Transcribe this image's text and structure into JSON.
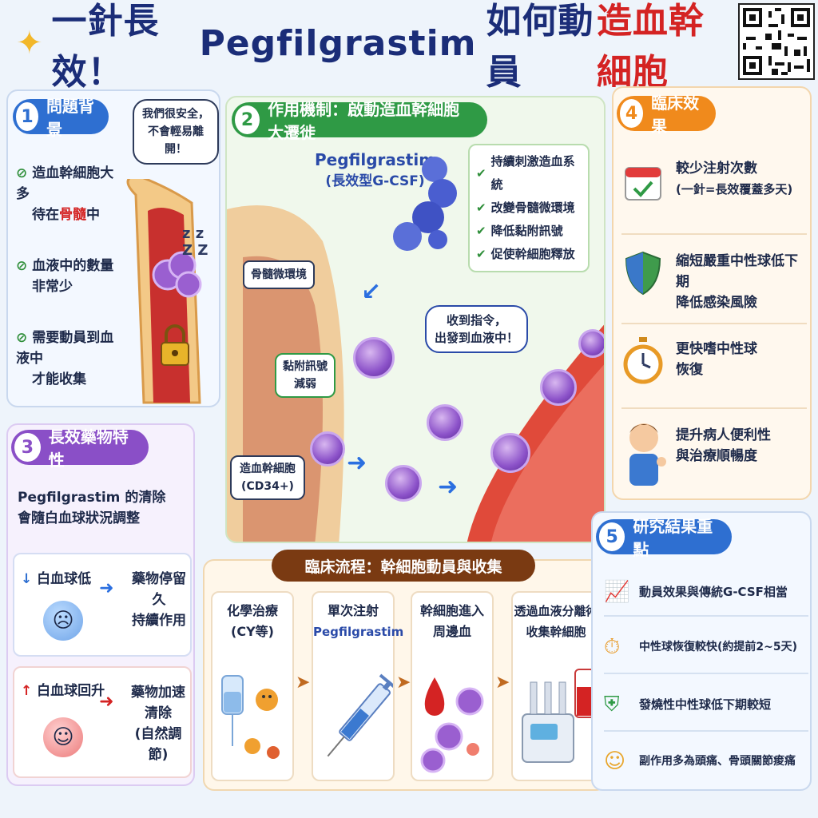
{
  "title": {
    "part1": "一針長效！",
    "part2": "Pegfilgrastim",
    "part3": "如何動員",
    "part4": "造血幹細胞"
  },
  "s1": {
    "num": "1",
    "heading": "問題背景",
    "bubble": "我們很安全，\n不會輕易離開！",
    "zzz": "z z Z Z",
    "items": [
      {
        "a": "造血幹細胞大多",
        "b1": "待在",
        "hl": "骨髓",
        "b2": "中"
      },
      {
        "a": "血液中的數量",
        "b": "非常少"
      },
      {
        "a": "需要動員到血液中",
        "b": "才能收集"
      }
    ]
  },
  "s2": {
    "num": "2",
    "heading": "作用機制：啟動造血幹細胞大遷徙",
    "drug": "Pegfilgrastim",
    "drug_sub": "(長效型G-CSF)",
    "checks": [
      "持續刺激造血系統",
      "改變骨髓微環境",
      "降低黏附訊號",
      "促使幹細胞釋放"
    ],
    "label_bm": "骨髓微環境",
    "label_adh": "黏附訊號\n減弱",
    "label_cell": "造血幹細胞\n(CD34+)",
    "bubble": "收到指令，\n出發到血液中！"
  },
  "s3": {
    "num": "3",
    "heading": "長效藥物特性",
    "intro1": "Pegfilgrastim 的清除",
    "intro2": "會隨白血球狀況調整",
    "low": {
      "label": "白血球低",
      "r1": "藥物停留久",
      "r2": "持續作用"
    },
    "high": {
      "label": "白血球回升",
      "r1": "藥物加速清除",
      "r2": "(自然調節)"
    }
  },
  "s4": {
    "num": "4",
    "heading": "臨床效果",
    "items": [
      {
        "a": "較少注射次數",
        "b": "(一針=長效覆蓋多天)"
      },
      {
        "a": "縮短嚴重中性球低下期",
        "b": "降低感染風險"
      },
      {
        "a": "更快嗜中性球",
        "b": "恢復"
      },
      {
        "a": "提升病人便利性",
        "b": "與治療順暢度"
      }
    ]
  },
  "flow": {
    "heading": "臨床流程：幹細胞動員與收集",
    "steps": [
      {
        "a": "化學治療",
        "b": "(CY等)"
      },
      {
        "a": "單次注射",
        "b": "Pegfilgrastim"
      },
      {
        "a": "幹細胞進入",
        "b": "周邊血"
      },
      {
        "a": "透過血液分離術",
        "b": "收集幹細胞"
      }
    ]
  },
  "s5": {
    "num": "5",
    "heading": "研究結果重點",
    "items": [
      "動員效果與傳統G-CSF相當",
      "中性球恢復較快(約提前2~5天)",
      "發燒性中性球低下期較短",
      "副作用多為頭痛、骨頭關節痠痛"
    ]
  },
  "colors": {
    "s1": "#2e6fd1",
    "s2": "#2f9a45",
    "s3": "#8a4fc7",
    "s4": "#f08a1c",
    "s5": "#2e6fd1",
    "flow": "#7a3a12"
  }
}
